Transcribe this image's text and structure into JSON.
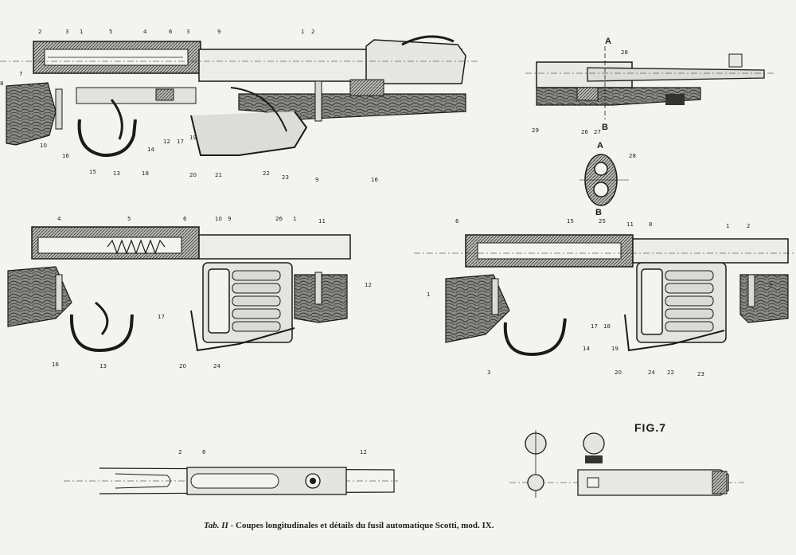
{
  "caption": {
    "tab": "Tab. II",
    "text": " - Coupes longitudinales et détails du fusil automatique Scotti, mod. IX."
  },
  "figure_label": "FIG.7",
  "section_letters": {
    "top": "A",
    "bottom": "B"
  },
  "drawings": [
    {
      "id": "top-left-section",
      "labels": [
        "2",
        "3",
        "1",
        "5",
        "4",
        "6",
        "3",
        "9",
        "1",
        "2",
        "8",
        "7",
        "10",
        "16",
        "12",
        "17",
        "19",
        "18",
        "13",
        "14",
        "15",
        "20",
        "21",
        "22",
        "23",
        "9",
        "16"
      ]
    },
    {
      "id": "top-right-section",
      "labels": [
        "28",
        "26",
        "27",
        "29",
        "A",
        "B"
      ]
    },
    {
      "id": "cross-section-detail",
      "labels": [
        "A",
        "28",
        "B"
      ]
    },
    {
      "id": "middle-left-section",
      "labels": [
        "4",
        "5",
        "6",
        "10",
        "9",
        "26",
        "1",
        "11",
        "12",
        "17",
        "16",
        "13",
        "20",
        "24"
      ]
    },
    {
      "id": "middle-right-section",
      "labels": [
        "6",
        "15",
        "25",
        "11",
        "8",
        "1",
        "2",
        "1",
        "5",
        "17",
        "18",
        "14",
        "19",
        "3",
        "20",
        "24",
        "22",
        "23"
      ]
    },
    {
      "id": "bottom-left-detail",
      "labels": [
        "2",
        "6",
        "12"
      ]
    },
    {
      "id": "bottom-right-detail",
      "labels": []
    }
  ],
  "colors": {
    "paper": "#f3f3f0",
    "ink": "#1b1b1b",
    "wood": "#6b6b6b"
  }
}
